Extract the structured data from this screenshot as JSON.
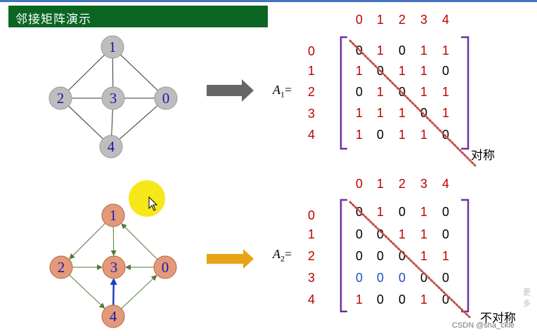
{
  "title": "邻接矩阵演示",
  "colors": {
    "grey_node": "#bdbdbd",
    "orange_node": "#e29a7a",
    "matrix_red": "#c00000",
    "matrix_blue": "#1f4fbf",
    "bracket": "#7030a0",
    "arrow_grey": "#666666",
    "arrow_orange": "#e8a317",
    "diagonal": "#c0504d",
    "highlight": "#f5e400"
  },
  "graph1": {
    "nodes": [
      "1",
      "2",
      "3",
      "0",
      "4"
    ],
    "edges": [
      [
        "1",
        "2"
      ],
      [
        "1",
        "3"
      ],
      [
        "1",
        "0"
      ],
      [
        "2",
        "3"
      ],
      [
        "3",
        "0"
      ],
      [
        "2",
        "4"
      ],
      [
        "3",
        "4"
      ],
      [
        "0",
        "4"
      ]
    ]
  },
  "graph2": {
    "nodes": [
      "1",
      "2",
      "3",
      "0",
      "4"
    ],
    "edges": [
      [
        "1",
        "2"
      ],
      [
        "1",
        "3"
      ],
      [
        "0",
        "1"
      ],
      [
        "2",
        "3"
      ],
      [
        "0",
        "3"
      ],
      [
        "2",
        "4"
      ],
      [
        "4",
        "3"
      ],
      [
        "4",
        "0"
      ]
    ]
  },
  "matrix1": {
    "label_letter": "A",
    "label_sub": "1",
    "label_eq": "=",
    "col_headers": [
      "0",
      "1",
      "2",
      "3",
      "4"
    ],
    "row_headers": [
      "0",
      "1",
      "2",
      "3",
      "4"
    ],
    "rows": [
      [
        "0",
        "1",
        "0",
        "1",
        "1"
      ],
      [
        "1",
        "0",
        "1",
        "1",
        "0"
      ],
      [
        "0",
        "1",
        "0",
        "1",
        "1"
      ],
      [
        "1",
        "1",
        "1",
        "0",
        "1"
      ],
      [
        "1",
        "0",
        "1",
        "1",
        "0"
      ]
    ],
    "note": "对称"
  },
  "matrix2": {
    "label_letter": "A",
    "label_sub": "2",
    "label_eq": "=",
    "col_headers": [
      "0",
      "1",
      "2",
      "3",
      "4"
    ],
    "row_headers": [
      "0",
      "1",
      "2",
      "3",
      "4"
    ],
    "rows": [
      [
        "0",
        "1",
        "0",
        "1",
        "0"
      ],
      [
        "0",
        "0",
        "1",
        "1",
        "0"
      ],
      [
        "0",
        "0",
        "0",
        "1",
        "1"
      ],
      [
        "0",
        "0",
        "0",
        "0",
        "0"
      ],
      [
        "1",
        "0",
        "0",
        "1",
        "0"
      ]
    ],
    "note": "不对称"
  },
  "watermark": "CSDN @sha_ckle",
  "side_text": "更多"
}
